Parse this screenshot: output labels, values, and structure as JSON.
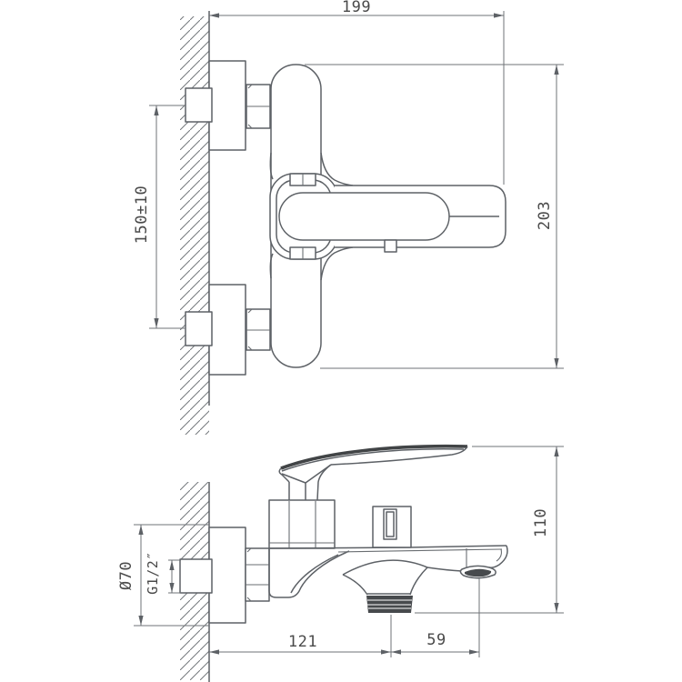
{
  "drawing": {
    "subject": "Wall-mounted bath mixer tap — dimensional drawing, front and side views",
    "views": {
      "front": {
        "name": "front view",
        "dims": {
          "overall_width": "199",
          "overall_height": "203",
          "mounting_distance": "150±10"
        }
      },
      "side": {
        "name": "side view",
        "dims": {
          "overall_height": "110",
          "escutcheon_diameter": "Ø70",
          "connection_thread": "G1/2″",
          "wall_to_shower_outlet": "121",
          "shower_outlet_to_spout": "59"
        }
      }
    }
  }
}
